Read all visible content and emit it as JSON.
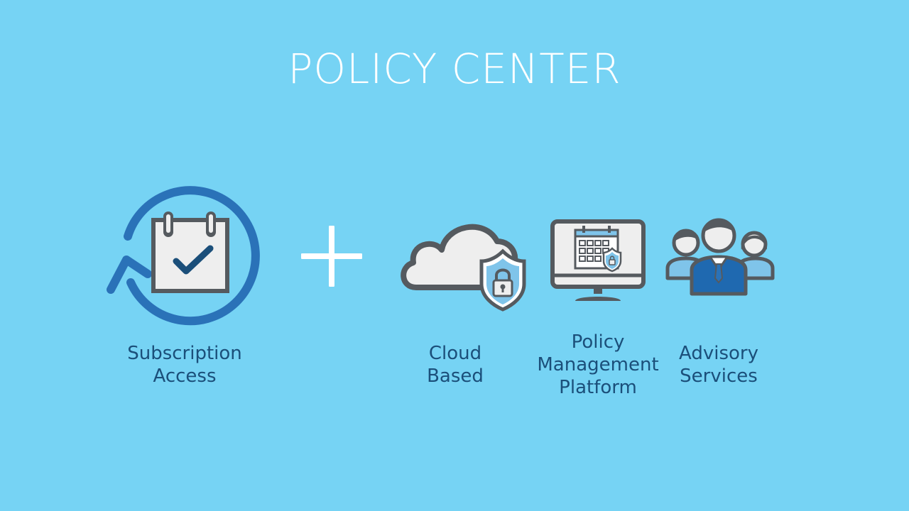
{
  "title": "POLICY CENTER",
  "items": [
    {
      "icon": "subscription-calendar-icon",
      "label_lines": [
        "Subscription",
        "Access"
      ]
    },
    {
      "icon": "cloud-shield-icon",
      "label_lines": [
        "Cloud",
        "Based"
      ]
    },
    {
      "icon": "monitor-calendar-icon",
      "label_lines": [
        "Policy",
        "Management",
        "Platform"
      ]
    },
    {
      "icon": "team-people-icon",
      "label_lines": [
        "Advisory",
        "Services"
      ]
    }
  ],
  "connector_icon": "plus-icon",
  "colors": {
    "background": "#76d3f4",
    "title": "#ffffff",
    "label": "#1b4f7a",
    "accent_blue": "#2a72b8",
    "dark_gray": "#555a5f",
    "light_gray": "#eeeeee"
  }
}
